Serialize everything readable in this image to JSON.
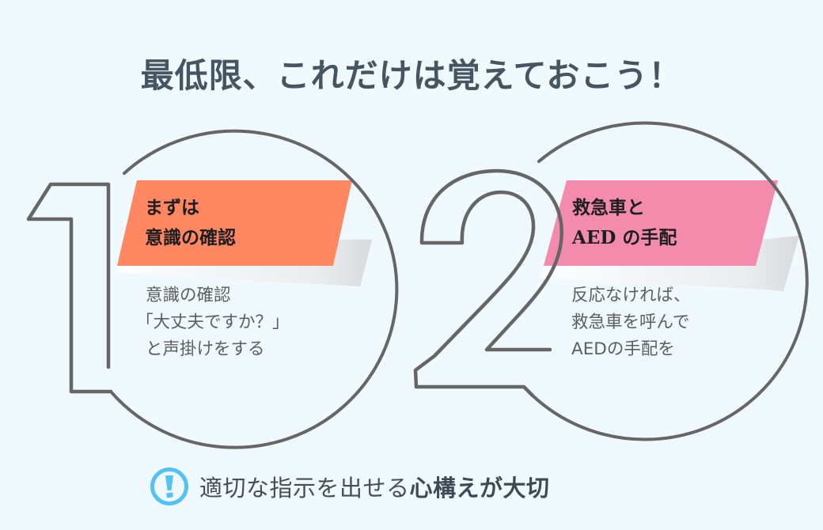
{
  "title": "最低限、これだけは覚えておこう！",
  "steps": [
    {
      "number": "1",
      "heading_lines": [
        "まずは",
        "意識の確認"
      ],
      "banner_color": "#ff8762",
      "body_lines": [
        "意識の確認",
        "「大丈夫ですか？」",
        "と声掛けをする"
      ]
    },
    {
      "number": "2",
      "heading_lines": [
        "救急車と",
        "AED の手配"
      ],
      "banner_color": "#f38bac",
      "body_lines": [
        "反応なければ、",
        "救急車を呼んで",
        "AEDの手配を"
      ]
    }
  ],
  "footer": {
    "icon": "exclamation-circle-icon",
    "icon_color": "#55c3f2",
    "text_normal": "適切な指示を出せる",
    "text_bold": "心構えが大切"
  },
  "colors": {
    "background": "#eff9fe",
    "outline": "#666666",
    "title": "#455561"
  }
}
